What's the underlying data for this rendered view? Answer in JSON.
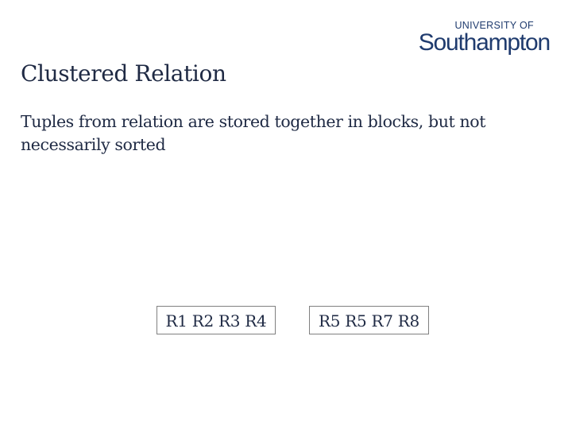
{
  "logo": {
    "top_text": "UNIVERSITY OF",
    "main_text": "Southampton"
  },
  "slide": {
    "title": "Clustered Relation",
    "body": "Tuples from relation are stored together in blocks, but not necessarily sorted",
    "blocks": [
      {
        "label": "R1 R2 R3 R4"
      },
      {
        "label": "R5 R5 R7 R8"
      }
    ]
  },
  "colors": {
    "text": "#1f2a44",
    "logo": "#1f3b6e",
    "block_border": "#808080"
  }
}
